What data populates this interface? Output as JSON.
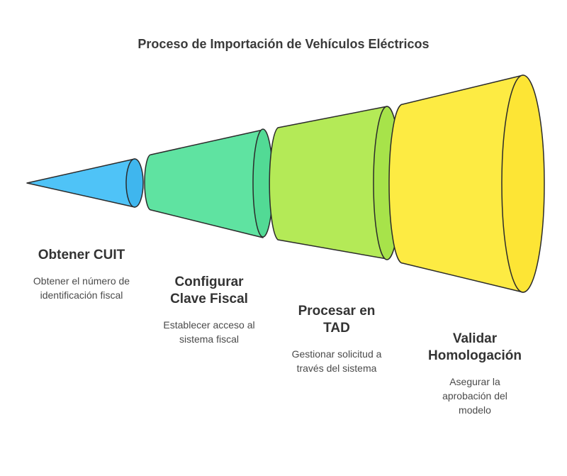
{
  "title": "Proceso de Importación de Vehículos Eléctricos",
  "colors": {
    "segment_1": "#4fc3f7",
    "segment_2": "#5fe3a1",
    "segment_3": "#b4ea57",
    "segment_4": "#fdeb43",
    "outline": "#2b2b2b"
  },
  "steps": [
    {
      "title": "Obtener CUIT",
      "description": "Obtener el número de identificación fiscal"
    },
    {
      "title": "Configurar Clave Fiscal",
      "description": "Establecer acceso al sistema fiscal"
    },
    {
      "title": "Procesar en TAD",
      "description": "Gestionar solicitud a través del sistema"
    },
    {
      "title": "Validar Homologación",
      "description": "Asegurar la aprobación del modelo"
    }
  ]
}
